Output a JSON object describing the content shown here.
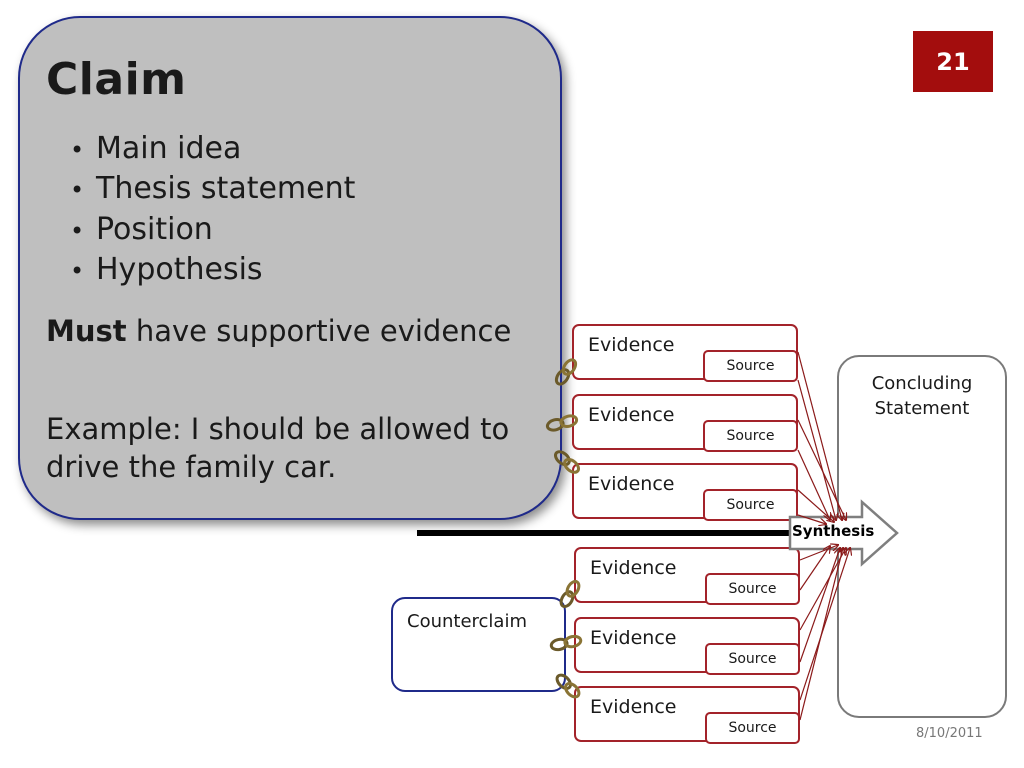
{
  "claim": {
    "title": "Claim",
    "bullets": [
      "Main idea",
      "Thesis statement",
      "Position",
      "Hypothesis"
    ],
    "must_bold": "Must",
    "must_rest": " have supportive evidence",
    "example": "Example:  I should be allowed to drive the family car."
  },
  "slide_number": "21",
  "evidence": {
    "label": "Evidence",
    "source_label": "Source",
    "count_upper": 3,
    "count_lower": 3
  },
  "counterclaim": {
    "label": "Counterclaim"
  },
  "synthesis": {
    "label": "Synthesis"
  },
  "concluding": {
    "line1": "Concluding",
    "line2": "Statement"
  },
  "date": "8/10/2011",
  "colors": {
    "evidence_border": "#a3232a",
    "claim_fill": "#bfbfbf",
    "claim_border": "#1f2a8a",
    "slide_number_fill": "#a30d0d",
    "arrow_color": "#8b1a1a"
  }
}
